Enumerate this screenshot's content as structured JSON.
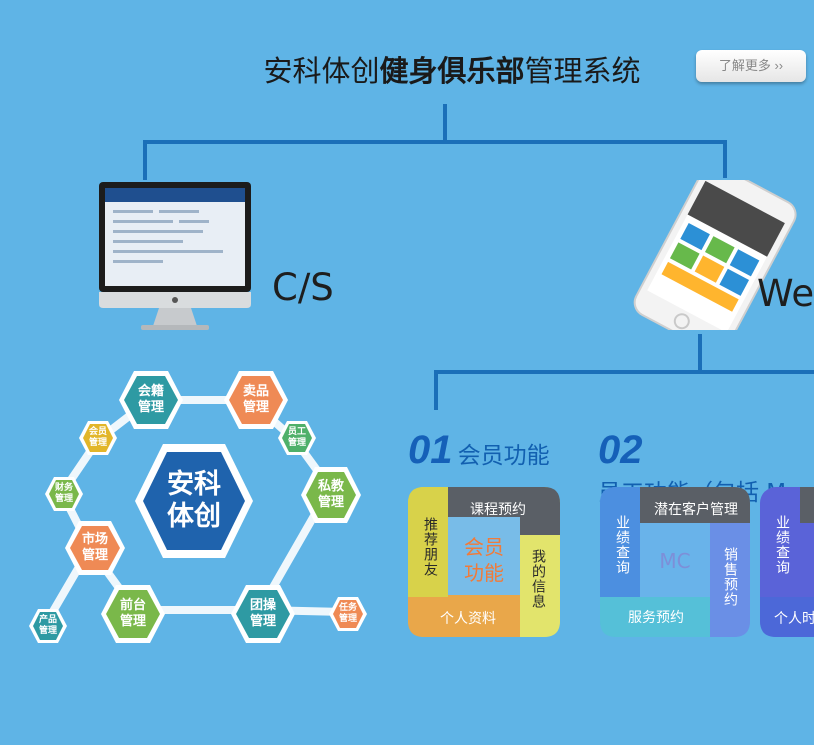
{
  "title": {
    "prefix": "安科体创",
    "bold": "健身俱乐部",
    "suffix": "管理系统"
  },
  "more_button": "了解更多 ››",
  "platforms": {
    "cs": "C/S",
    "web": "We"
  },
  "hexes": {
    "center": "安科\n体创",
    "membership": "会籍\n管理",
    "sales": "卖品\n管理",
    "staff": "员工\n管理",
    "private": "私教\n管理",
    "member": "会员\n管理",
    "finance": "财务\n管理",
    "market": "市场\n管理",
    "front": "前台\n管理",
    "group": "团操\n管理",
    "product": "产品\n管理",
    "task": "任务\n管理"
  },
  "sections": [
    {
      "num": "01",
      "title": "会员功能"
    },
    {
      "num": "02",
      "title": "员工功能（包括 M"
    }
  ],
  "member_card": {
    "top": "课程预约",
    "left": "推荐朋友",
    "right": "我的信息",
    "bottom": "个人资料",
    "center": "会员\n功能"
  },
  "staff_card": {
    "top": "潜在客户管理",
    "left": "业绩查询",
    "right": "销售预约",
    "bottom": "服务预约",
    "center": "MC"
  },
  "third_card": {
    "left": "业绩查询",
    "bottom": "个人时"
  },
  "colors": {
    "background": "#5fb4e6",
    "connector": "#1b6fb8",
    "accent_blue": "#1560b8"
  }
}
